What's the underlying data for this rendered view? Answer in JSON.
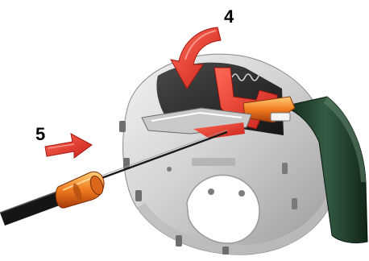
{
  "diagram": {
    "steps": [
      {
        "label": "4",
        "arrow": "downward-curved-arrow"
      },
      {
        "label": "5",
        "arrow": "rightward-arrow"
      }
    ],
    "colors": {
      "accent_red": "#e8302a",
      "accent_orange": "#f07a1e",
      "metal_light": "#e6e6e6",
      "metal_mid": "#b9b9b9",
      "metal_dark": "#2b2b2b",
      "lining_green": "#1f3f2a",
      "background": "#ffffff"
    }
  }
}
